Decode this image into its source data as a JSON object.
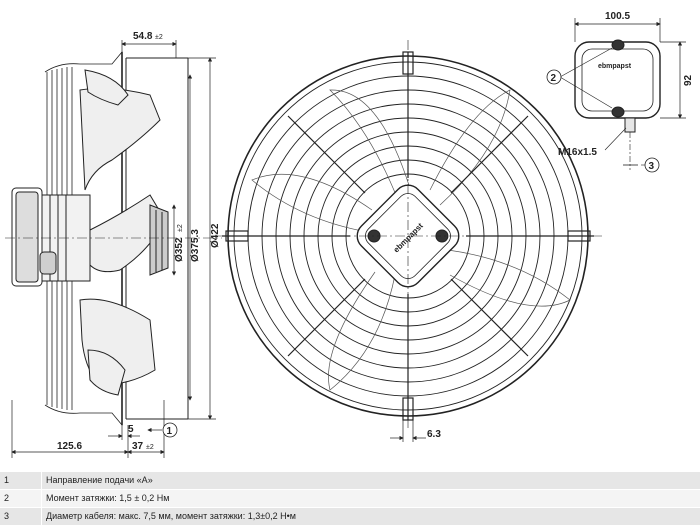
{
  "dimensions": {
    "width_100_5": "100.5",
    "height_92": "92",
    "flange_54_8": "54.8",
    "flange_54_8_tol": "±2",
    "thread": "M16x1.5",
    "dia_352": "Ø352",
    "dia_352_tol": "±2",
    "dia_375_3": "Ø375.3",
    "dia_422": "Ø422",
    "depth_125_6": "125.6",
    "five": "5",
    "thirty_seven": "37",
    "thirty_seven_tol": "±2",
    "hole_6_3": "6.3"
  },
  "callouts": {
    "c1": "1",
    "c2": "2",
    "c3": "3"
  },
  "brand": "ebmpapst",
  "legend": [
    {
      "num": "1",
      "text": "Направление подачи «A»"
    },
    {
      "num": "2",
      "text": "Момент затяжки: 1,5 ± 0,2 Нм"
    },
    {
      "num": "3",
      "text": "Диаметр кабеля: макс. 7,5 мм, момент затяжки: 1,3±0,2 Н•м"
    }
  ]
}
